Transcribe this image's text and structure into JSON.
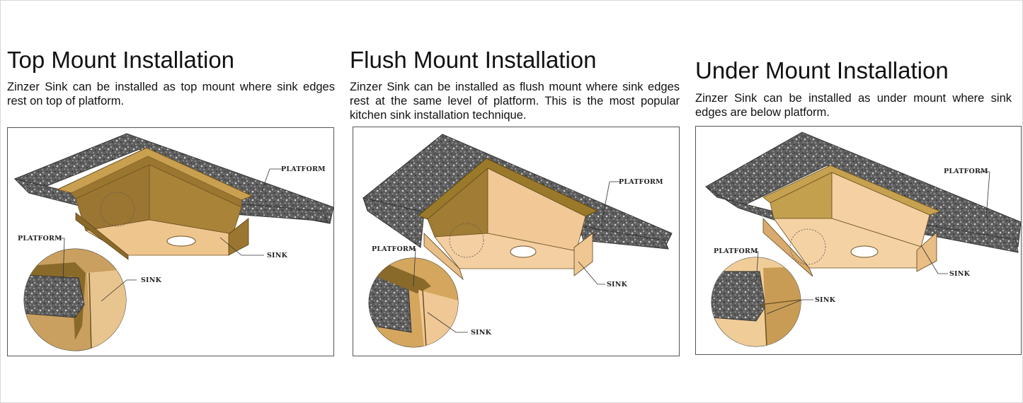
{
  "sections": [
    {
      "title": "Top Mount Installation",
      "description": "Zinzer Sink can be installed as top mount where sink edges rest on top of platform.",
      "labels": {
        "platform_top": "PLATFORM",
        "platform_detail": "PLATFORM",
        "sink_main": "SINK",
        "sink_detail": "SINK"
      }
    },
    {
      "title": "Flush Mount Installation",
      "description": "Zinzer Sink can be installed as flush mount where sink edges rest at the same level of platform. This is the most popular kitchen sink installation technique.",
      "labels": {
        "platform_top": "PLATFORM",
        "platform_detail": "PLATFORM",
        "sink_main": "SINK",
        "sink_detail": "SINK"
      }
    },
    {
      "title": "Under Mount Installation",
      "description": "Zinzer Sink can be installed as under mount where sink edges are below platform.",
      "labels": {
        "platform_top": "PLATFORM",
        "platform_detail": "PLATFORM",
        "sink_main": "SINK",
        "sink_detail": "SINK"
      }
    }
  ],
  "colors": {
    "granite": "#5b5b5b",
    "granite_light": "#8a8a8a",
    "sink_dark": "#8a6a2a",
    "sink_mid": "#b48a3c",
    "sink_light": "#f3cfa0",
    "sink_pale": "#f6d5a8"
  }
}
